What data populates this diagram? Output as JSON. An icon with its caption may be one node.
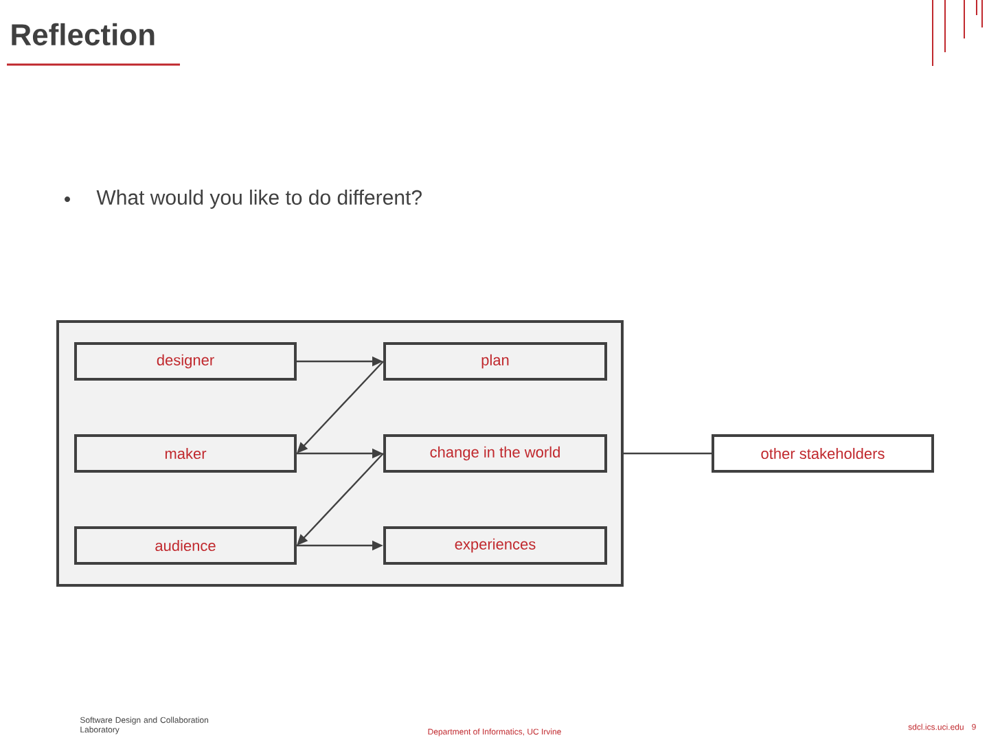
{
  "diagram": {
    "title": "Reflection",
    "nodes": [
      {
        "text": [],
        "shape": "box"
      },
      {
        "text": [
          "designer"
        ],
        "in": 0
      },
      {
        "text": [
          "plan"
        ],
        "in": 0
      },
      {
        "text": [
          "maker"
        ],
        "in": 0
      },
      {
        "text": [
          "change in the world"
        ],
        "in": 0
      },
      {
        "text": [
          "audience"
        ],
        "in": 0
      },
      {
        "text": [
          "experiences"
        ],
        "in": 0
      },
      {
        "text": [
          "other stakeholders"
        ]
      }
    ],
    "edges": [
      {
        "from": 1,
        "to": 2,
        "arrow": "to"
      },
      {
        "from": 2,
        "to": 3,
        "arrow": "to"
      },
      {
        "from": 3,
        "to": 4,
        "arrow": "to"
      },
      {
        "from": 4,
        "to": 5,
        "arrow": "to"
      },
      {
        "from": 5,
        "to": 6,
        "arrow": "to"
      },
      {
        "from": 0,
        "to": 7,
        "arrow": "none"
      }
    ],
    "labels": [
      "What would you like to do different?",
      "Software Design and Collaboration Laboratory",
      "Department of Informatics, UC Irvine",
      "sdcl.ics.uci.edu",
      "9"
    ]
  }
}
